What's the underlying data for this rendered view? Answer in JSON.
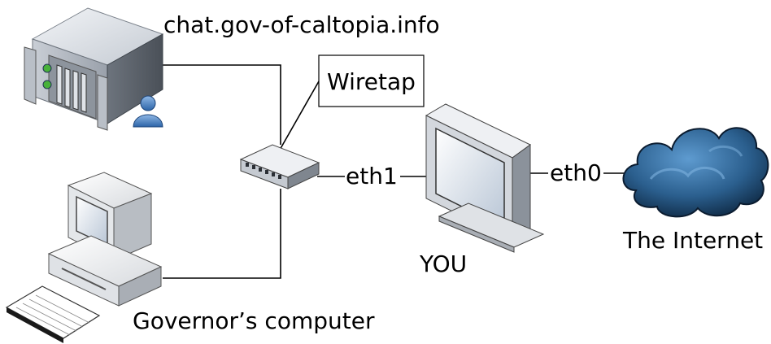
{
  "server": {
    "label": "chat.gov-of-caltopia.info",
    "icon": "server-icon"
  },
  "wiretap": {
    "label": "Wiretap",
    "icon": "network-switch-icon"
  },
  "governor": {
    "label": "Governor’s computer",
    "icon": "desktop-computer-icon"
  },
  "you": {
    "label": "YOU",
    "icon": "monitor-icon"
  },
  "internet": {
    "label": "The Internet",
    "icon": "cloud-icon"
  },
  "links": {
    "eth1": "eth1",
    "eth0": "eth0"
  }
}
